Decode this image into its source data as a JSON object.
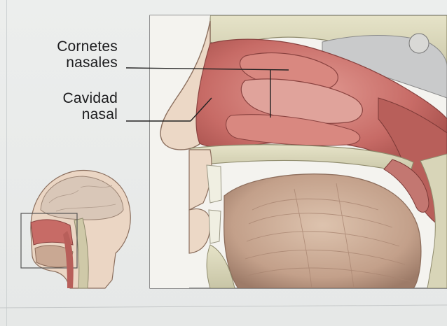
{
  "labels": {
    "turbinates_line1": "Cornetes",
    "turbinates_line2": "nasales",
    "cavity_line1": "Cavidad",
    "cavity_line2": "nasal"
  },
  "colors": {
    "mucosa": "#c76b66",
    "mucosa_light": "#e0a39b",
    "bone": "#d8d5b8",
    "tongue": "#c9a893",
    "skin": "#ead7c7",
    "leader_line": "#222222"
  }
}
